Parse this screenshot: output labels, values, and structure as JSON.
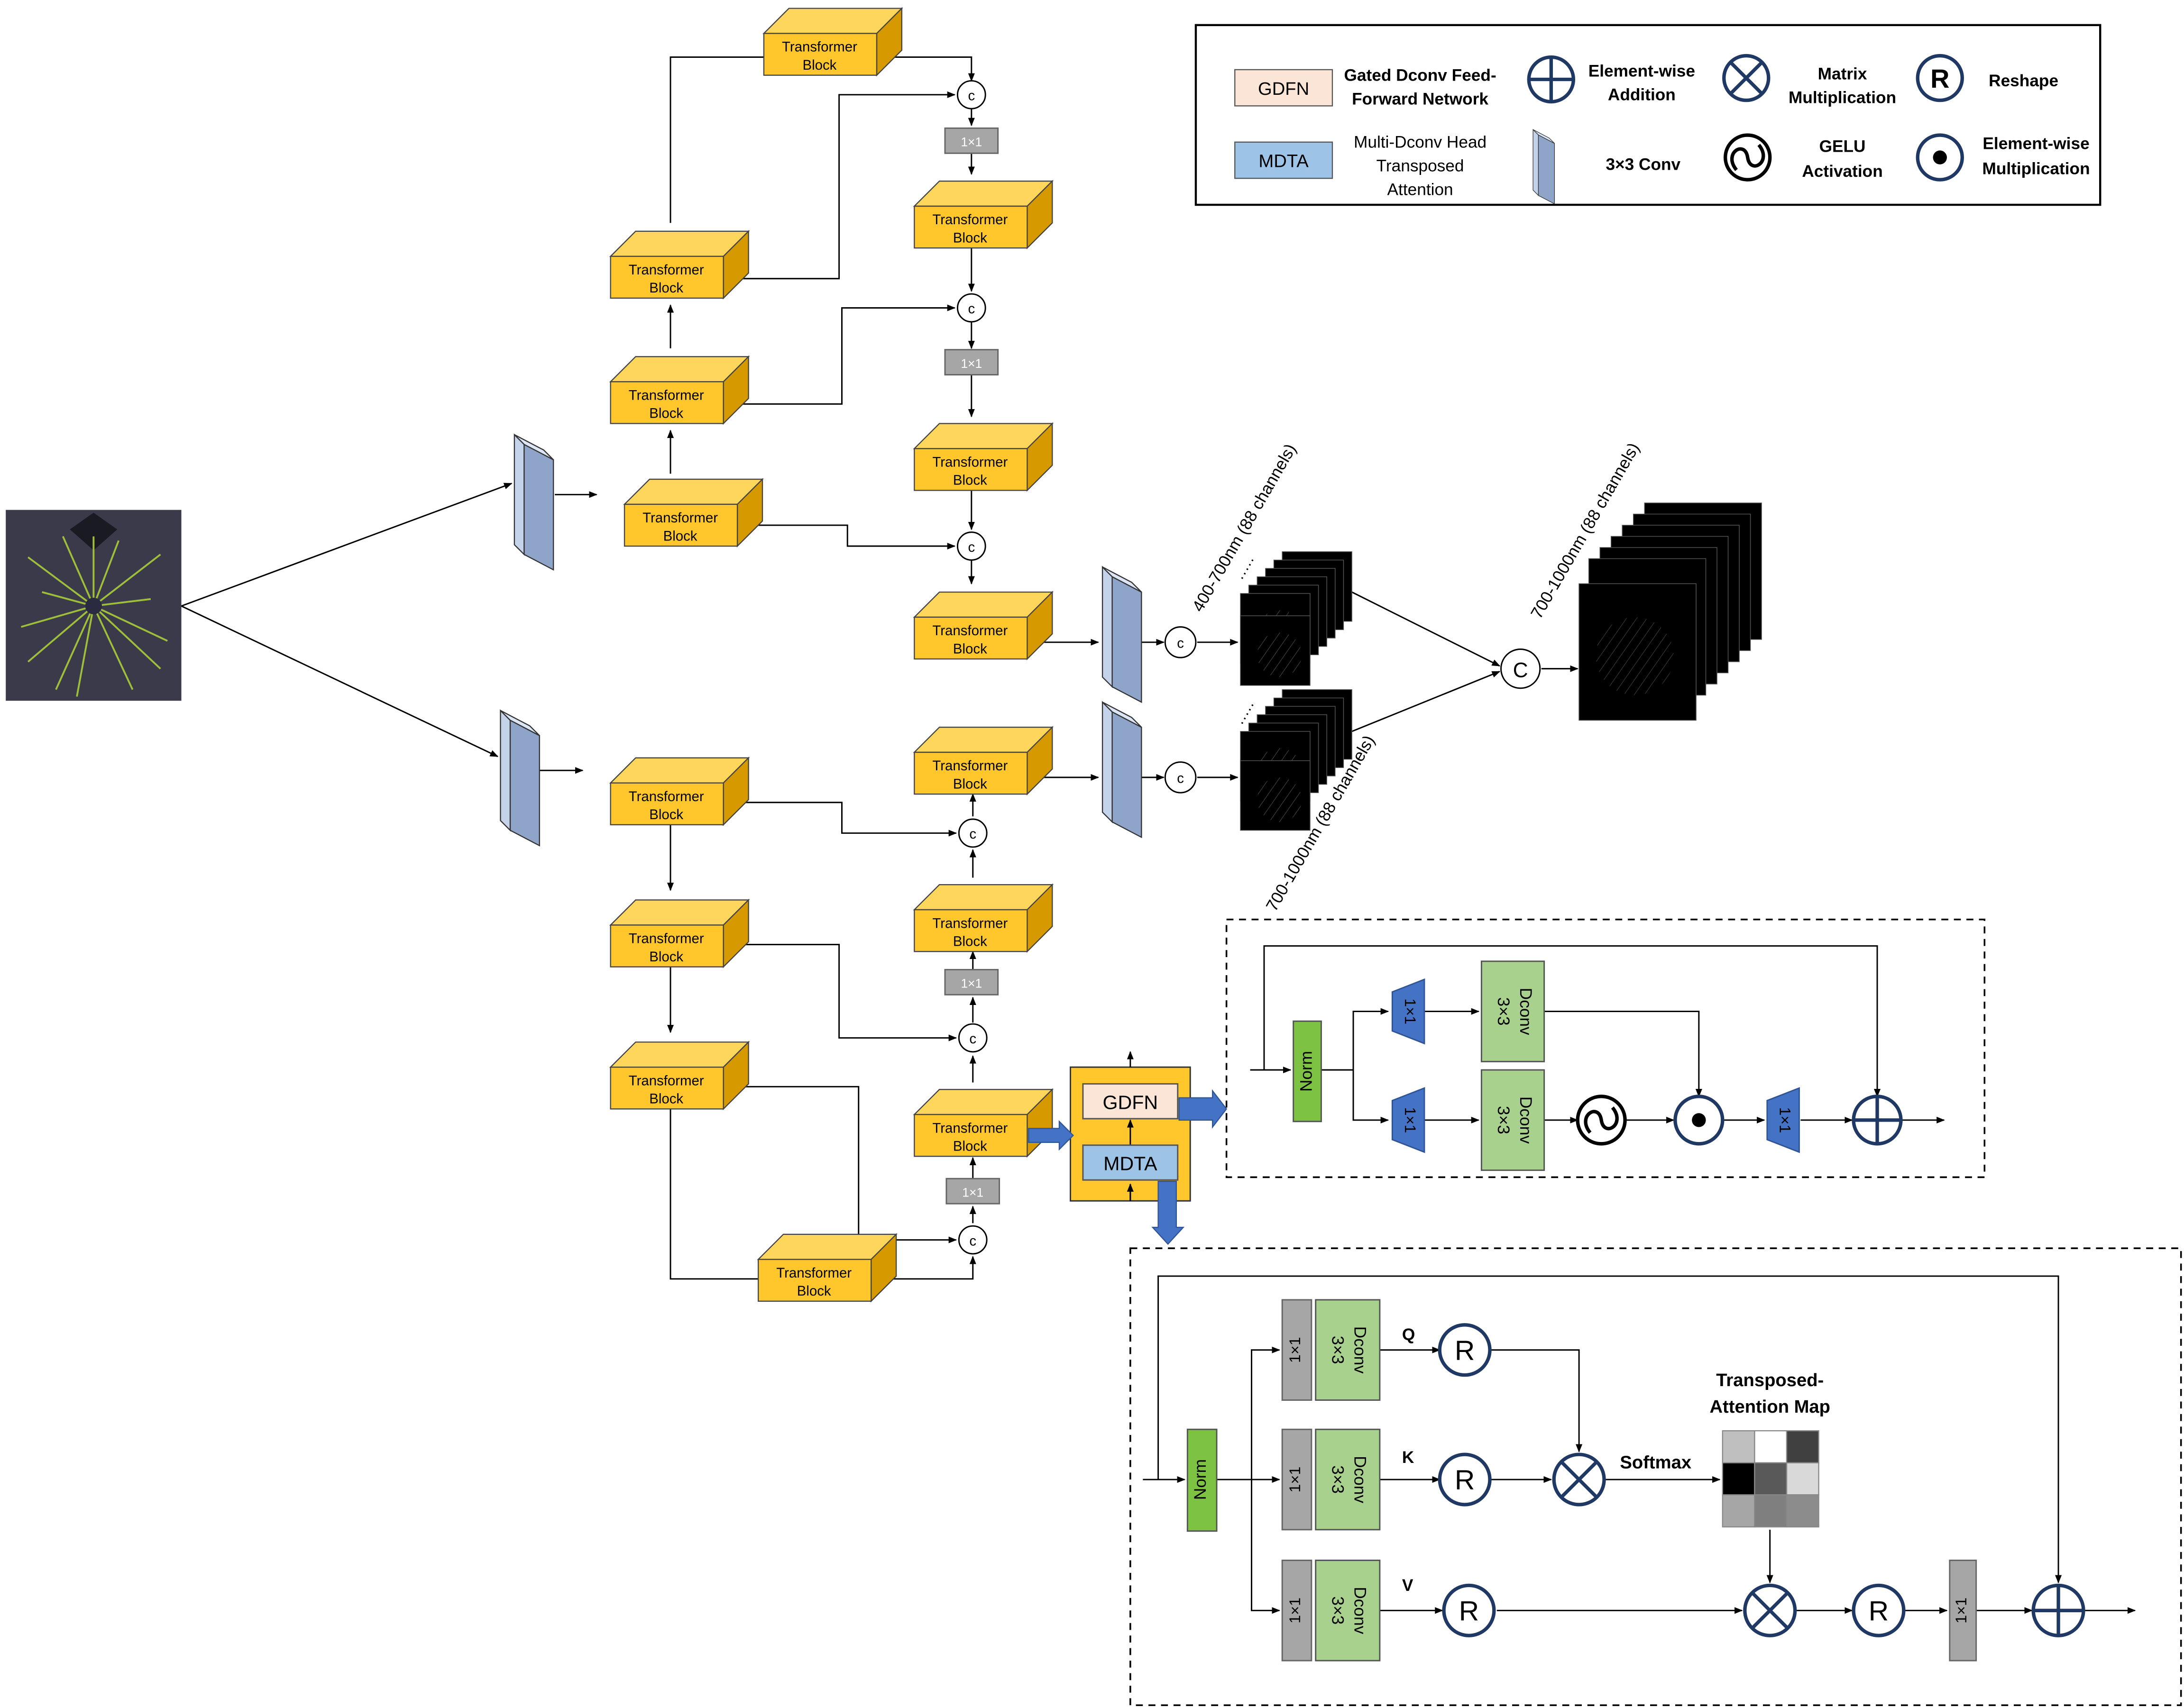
{
  "legend": {
    "gdfn_box": "GDFN",
    "gdfn_desc": [
      "Gated Dconv Feed-",
      "Forward Network"
    ],
    "mdta_box": "MDTA",
    "mdta_desc": [
      "Multi-Dconv Head",
      "Transposed",
      "Attention"
    ],
    "addition": [
      "Element-wise",
      "Addition"
    ],
    "matmul": [
      "Matrix",
      "Multiplication"
    ],
    "reshape_symbol": "R",
    "reshape": "Reshape",
    "conv3": "3×3 Conv",
    "gelu": [
      "GELU",
      "Activation"
    ],
    "elementwise_mult": [
      "Element-wise",
      "Multiplication"
    ]
  },
  "blocks": {
    "transformer_line1": "Transformer",
    "transformer_line2": "Block"
  },
  "ops": {
    "concat": "c",
    "concat_large": "C",
    "conv1x1": "1×1",
    "dconv_line1": "3×3",
    "dconv_line2": "Dconv",
    "norm": "Norm",
    "gdfn": "GDFN",
    "mdta": "MDTA",
    "reshape": "R",
    "ellipsis": "·····"
  },
  "outputs": {
    "band_visible": "400-700nm (88 channels)",
    "band_nir_upper": "700-1000nm (88 channels)",
    "band_nir_lower": "700-1000nm (88 channels)"
  },
  "mdta_detail": {
    "q": "Q",
    "k": "K",
    "v": "V",
    "softmax": "Softmax",
    "map_title": [
      "Transposed-",
      "Attention Map"
    ]
  },
  "colors": {
    "transformer_front": "#FFC72C",
    "transformer_top": "#FFD65C",
    "transformer_side": "#D69A00",
    "conv3_face": "#8EA4C8",
    "conv3_side": "#C5D3EA",
    "gray_op": "#A6A6A6",
    "norm_green": "#7DC242",
    "dconv_green": "#A9D18E",
    "blue_conv": "#4472C4",
    "arrow_blue": "#4472C4",
    "gdfn_fill": "#FBE5D6",
    "mdta_fill": "#9DC3E6",
    "symbol_stroke": "#1F3864"
  }
}
